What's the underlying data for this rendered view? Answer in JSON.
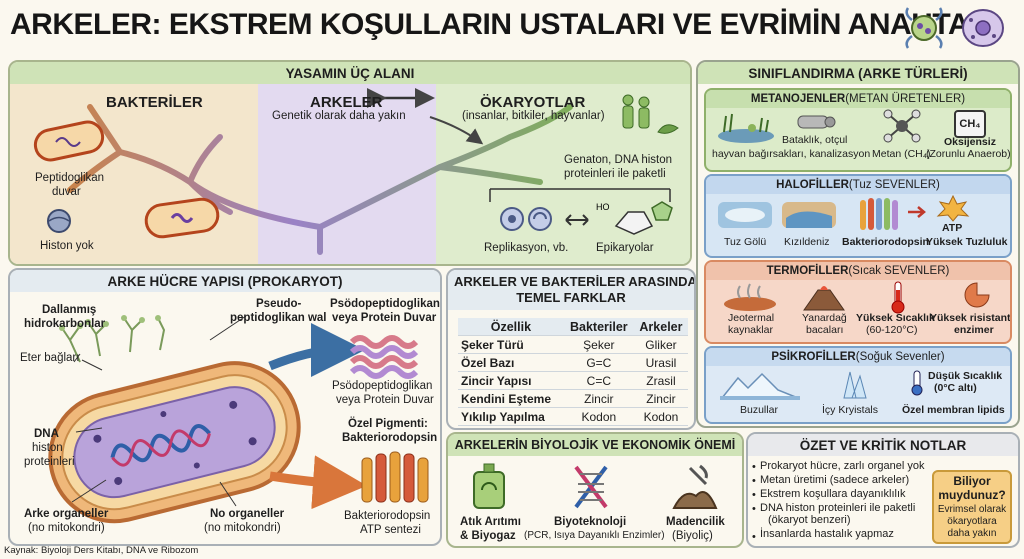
{
  "title": "ARKELER: EKSTREM KOŞULLARIN USTALARI VE EVRİMİN ANAHTARI",
  "colors": {
    "bacteria": "#f3e6cc",
    "archaea": "#e3daf0",
    "eukaryote": "#dfeccd",
    "header_green": "#cfe3b7",
    "meth": "#dcebc9",
    "halo": "#d7e6f4",
    "thermo": "#f6d7c8",
    "psychro": "#dde9f5",
    "table": "#e4ebf0",
    "notes": "#e8e9ec"
  },
  "domains": {
    "header": "YASAMIN ÜÇ ALANI",
    "bacteria": {
      "name": "BAKTERİLER",
      "wall_l1": "Peptidoglikan",
      "wall_l2": "duvar",
      "histone": "Histon yok"
    },
    "archaea": {
      "name": "ARKELER",
      "note": "Genetik olarak daha yakın"
    },
    "eukaryote": {
      "name": "ÖKARYOTLAR",
      "sub": "(insanlar, bitkiler, hayvanlar)",
      "genaton_l1": "Genaton, DNA histon",
      "genaton_l2": "proteinleri ile paketli",
      "replication": "Replikasyon, vb.",
      "epikaryotic": "Epikaryolar"
    }
  },
  "cell": {
    "header": "ARKE HÜCRE YAPISI (PROKARYOT)",
    "branched_l1": "Dallanmış",
    "branched_l2": "hidrokarbonlar",
    "pseudo_l1": "Pseudo-",
    "pseudo_l2": "peptidoglikan wal",
    "ether": "Eter bağları",
    "dna_l1": "DNA",
    "dna_l2": "histon",
    "dna_l3": "proteinleri",
    "organelles_l1": "Arke organeller",
    "organelles_l2": "(no mitokondri)",
    "no_org_l1": "No organeller",
    "no_org_l2": "(no mitokondri)",
    "psodo_top_l1": "Psödopeptidoglikan",
    "psodo_top_l2": "veya Protein Duvar",
    "psodo_bot_l1": "Psödopeptidoglikan",
    "psodo_bot_l2": "veya Protein Duvar",
    "pigment_l1": "Özel Pigmenti:",
    "pigment_l2": "Bakteriorodopsin",
    "atp_l1": "Bakteriorodopsin",
    "atp_l2": "ATP sentezi"
  },
  "source": "Kaynak: Biyoloji Ders Kitabı, DNA ve Ribozom",
  "differences": {
    "header_l1": "ARKELER VE BAKTERİLER ARASINDAKİ",
    "header_l2": "TEMEL FARKLAR",
    "columns": [
      "Özellik",
      "Bakteriler",
      "Arkeler"
    ],
    "rows": [
      [
        "Şeker Türü",
        "Şeker",
        "Gliker"
      ],
      [
        "Özel Bazı",
        "G=C",
        "Urasil"
      ],
      [
        "Zincir Yapısı",
        "C=C",
        "Zrasil"
      ],
      [
        "Kendini Eşteme",
        "Zincir",
        "Zincir"
      ],
      [
        "Yıkılıp Yapılma",
        "Kodon",
        "Kodon"
      ]
    ]
  },
  "importance": {
    "header": "ARKELERİN BİYOLOJİK VE EKONOMİK ÖNEMİ",
    "items": [
      {
        "l1": "Atık Arıtımı",
        "l2": "& Biyogaz"
      },
      {
        "l1": "Biyoteknoloji",
        "l2": "(PCR, Isıya Dayanıklı Enzimler)"
      },
      {
        "l1": "Madencilik",
        "l2": "(Biyoliç)"
      }
    ]
  },
  "classification": {
    "header": "SINIFLANDIRMA (ARKE TÜRLERİ)",
    "methanogens": {
      "title_b": "METANOJENLER",
      "title_n": " (METAN ÜRETENLER)",
      "swamp_l1": "Bataklık, otçul",
      "swamp_l2": "hayvan bağırsakları, kanalizasyon",
      "methane": "Metan (CH₄)",
      "ch4": "CH₄",
      "anaerob_l1": "Oksijensiz",
      "anaerob_l2": "(Zorunlu Anaerob)"
    },
    "halophiles": {
      "title_b": "HALOFİLLER",
      "title_n": " (Tuz SEVENLER)",
      "lake": "Tuz Gölü",
      "redsea": "Kızıldeniz",
      "bacterio": "Bakteriorodopsin",
      "atp": "ATP",
      "high_salt": "Yüksek Tuzluluk"
    },
    "thermophiles": {
      "title_b": "TERMOFİLLER",
      "title_n": " (Sıcak SEVENLER)",
      "geo_l1": "Jeotermal",
      "geo_l2": "kaynaklar",
      "vol_l1": "Yanardağ",
      "vol_l2": "bacaları",
      "temp_l1": "Yüksek Sıcaklık",
      "temp_l2": "(60-120°C)",
      "enz_l1": "Yüksek risistant",
      "enz_l2": "enzimer"
    },
    "psychrophiles": {
      "title_b": "PSİKROFİLLER",
      "title_n": " (Soğuk Sevenler)",
      "glacier": "Buzullar",
      "crystals": "İçy Kryistals",
      "low_l1": "Düşük Sıcaklık",
      "low_l2": "(0°C altı)",
      "lipids": "Özel membran lipids"
    }
  },
  "notes": {
    "header": "ÖZET VE KRİTİK NOTLAR",
    "items": [
      "Prokaryot hücre, zarlı organel yok",
      "Metan üretimi (sadece arkeler)",
      "Ekstrem koşullara dayanıklılık",
      "DNA histon proteinleri ile paketli",
      "(ökaryot benzeri)",
      "İnsanlarda hastalık yapmaz"
    ],
    "did_you_know": {
      "title_l1": "Biliyor",
      "title_l2": "muydunuz?",
      "body_l1": "Evrimsel olarak",
      "body_l2": "ökaryotlara",
      "body_l3": "daha yakın"
    }
  }
}
